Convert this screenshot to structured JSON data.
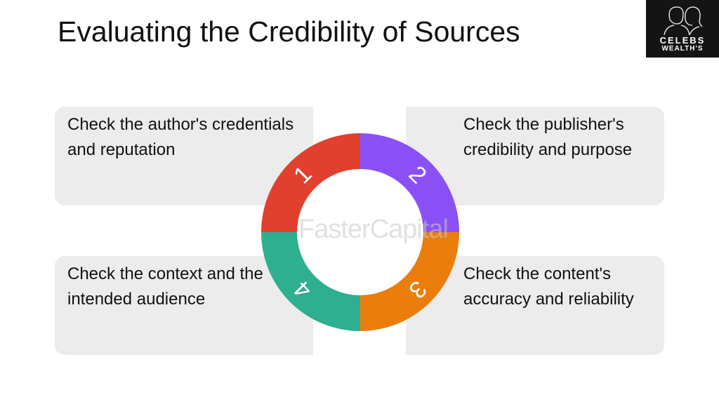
{
  "title": "Evaluating the Credibility of Sources",
  "logo": {
    "line1": "CELEBS",
    "line2": "WEALTH'S"
  },
  "watermark": "FasterCapital",
  "steps": [
    {
      "number": "1",
      "text": "Check the author's credentials and reputation",
      "color": "#e2402e"
    },
    {
      "number": "2",
      "text": "Check the publisher's credibility and purpose",
      "color": "#8b50f5"
    },
    {
      "number": "3",
      "text": "Check the content's accuracy and reliability",
      "color": "#ea7d0c"
    },
    {
      "number": "4",
      "text": "Check the context and the intended audience",
      "color": "#2daf90"
    }
  ]
}
